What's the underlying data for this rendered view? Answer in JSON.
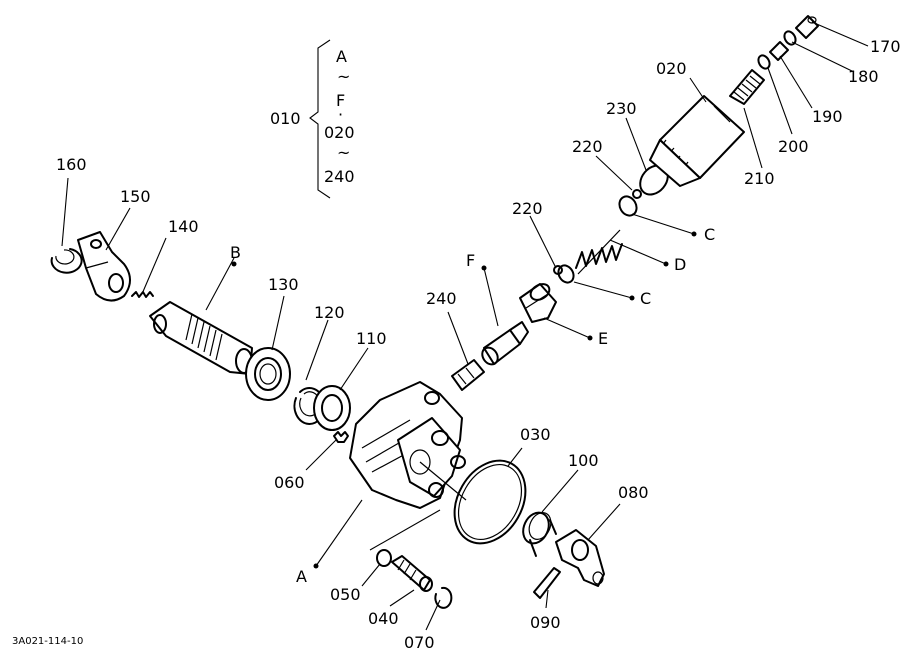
{
  "diagram": {
    "reference_code": "3A021-114-10",
    "range_group": {
      "label": "010",
      "lines": [
        "A",
        "~",
        "F",
        "·",
        "020",
        "~",
        "240"
      ]
    },
    "callouts": {
      "p160": "160",
      "p150": "150",
      "p140": "140",
      "B": "B",
      "p130": "130",
      "p120": "120",
      "p110": "110",
      "p060": "060",
      "A": "A",
      "p050": "050",
      "p040": "040",
      "p070": "070",
      "p030": "030",
      "p100": "100",
      "p080": "080",
      "p090": "090",
      "p240": "240",
      "F": "F",
      "p220a": "220",
      "p220b": "220",
      "p230": "230",
      "p020": "020",
      "C1": "C",
      "C2": "C",
      "D": "D",
      "E": "E",
      "p210": "210",
      "p200": "200",
      "p190": "190",
      "p180": "180",
      "p170": "170"
    }
  }
}
